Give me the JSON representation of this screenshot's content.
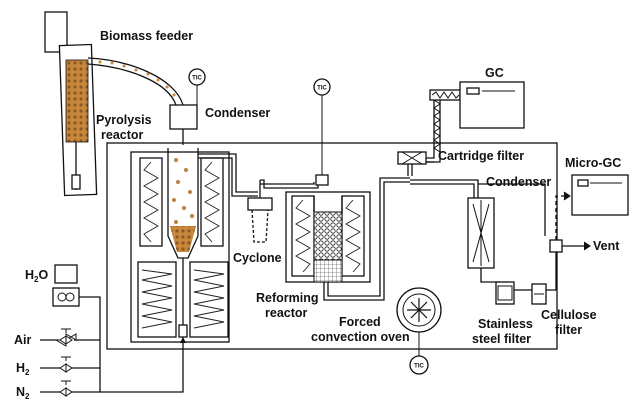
{
  "labels": {
    "biomass_feeder": "Biomass feeder",
    "pyrolysis_reactor_line1": "Pyrolysis",
    "pyrolysis_reactor_line2": "reactor",
    "condenser_top": "Condenser",
    "gc": "GC",
    "cartridge_filter": "Cartridge filter",
    "micro_gc": "Micro-GC",
    "condenser_right": "Condenser",
    "vent": "Vent",
    "cyclone": "Cyclone",
    "reforming_reactor_line1": "Reforming",
    "reforming_reactor_line2": "reactor",
    "forced_oven_line1": "Forced",
    "forced_oven_line2": "convection oven",
    "stainless_filter_line1": "Stainless",
    "stainless_filter_line2": "steel filter",
    "cellulose_filter_line1": "Cellulose",
    "cellulose_filter_line2": "filter",
    "water": "H",
    "water_sub": "2",
    "water_tail": "O",
    "air": "Air",
    "hydrogen": "H",
    "hydrogen_sub": "2",
    "nitrogen": "N",
    "nitrogen_sub": "2",
    "tic": "TIC"
  },
  "colors": {
    "line": "#111111",
    "biomass": "#c8873a",
    "biomass_dark": "#8a5a24"
  }
}
